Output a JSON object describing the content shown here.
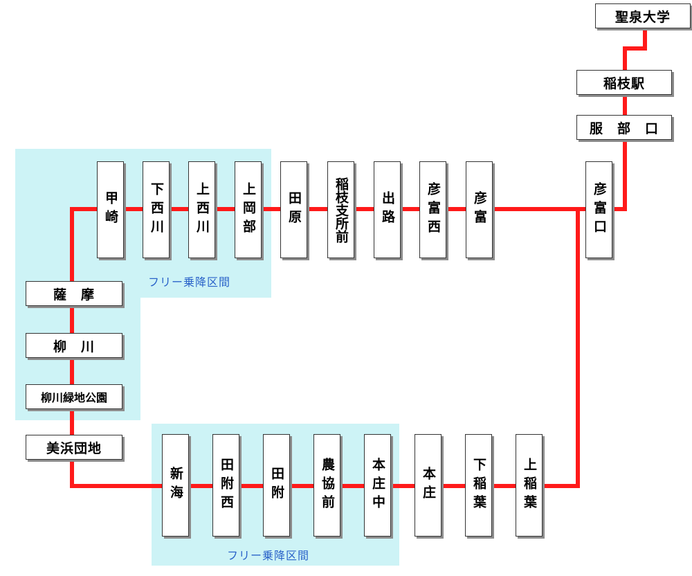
{
  "zone_label": "フリー乗降区間",
  "colors": {
    "route": "#ff1a1a",
    "zone_fill": "#cdf3f6",
    "zone_text": "#2a63c9"
  },
  "stops": {
    "seisen_daigaku": "聖泉大学",
    "inae_eki": "稲枝駅",
    "hattori_guchi": "服　部　口",
    "hikotomi_guchi": "彦富口",
    "hikotomi": "彦富",
    "hikotomi_nishi": "彦富西",
    "deji": "出路",
    "inae_shishomae": "稲枝支所前",
    "tawara": "田原",
    "kamiokabe": "上岡部",
    "kaminishikawa": "上西川",
    "shimonishikawa": "下西川",
    "kouzaki": "甲崎",
    "satsuma": "薩　摩",
    "yanagawa": "柳　川",
    "yanagawa_ryokuchi": "柳川緑地公園",
    "mihama_danchi": "美浜団地",
    "shinkai": "新海",
    "tatsuki_nishi": "田附西",
    "tatsuki": "田附",
    "nokyomae": "農協前",
    "honjo_naka": "本庄中",
    "honjo": "本庄",
    "shimoinaba": "下稲葉",
    "kamiinaba": "上稲葉"
  }
}
